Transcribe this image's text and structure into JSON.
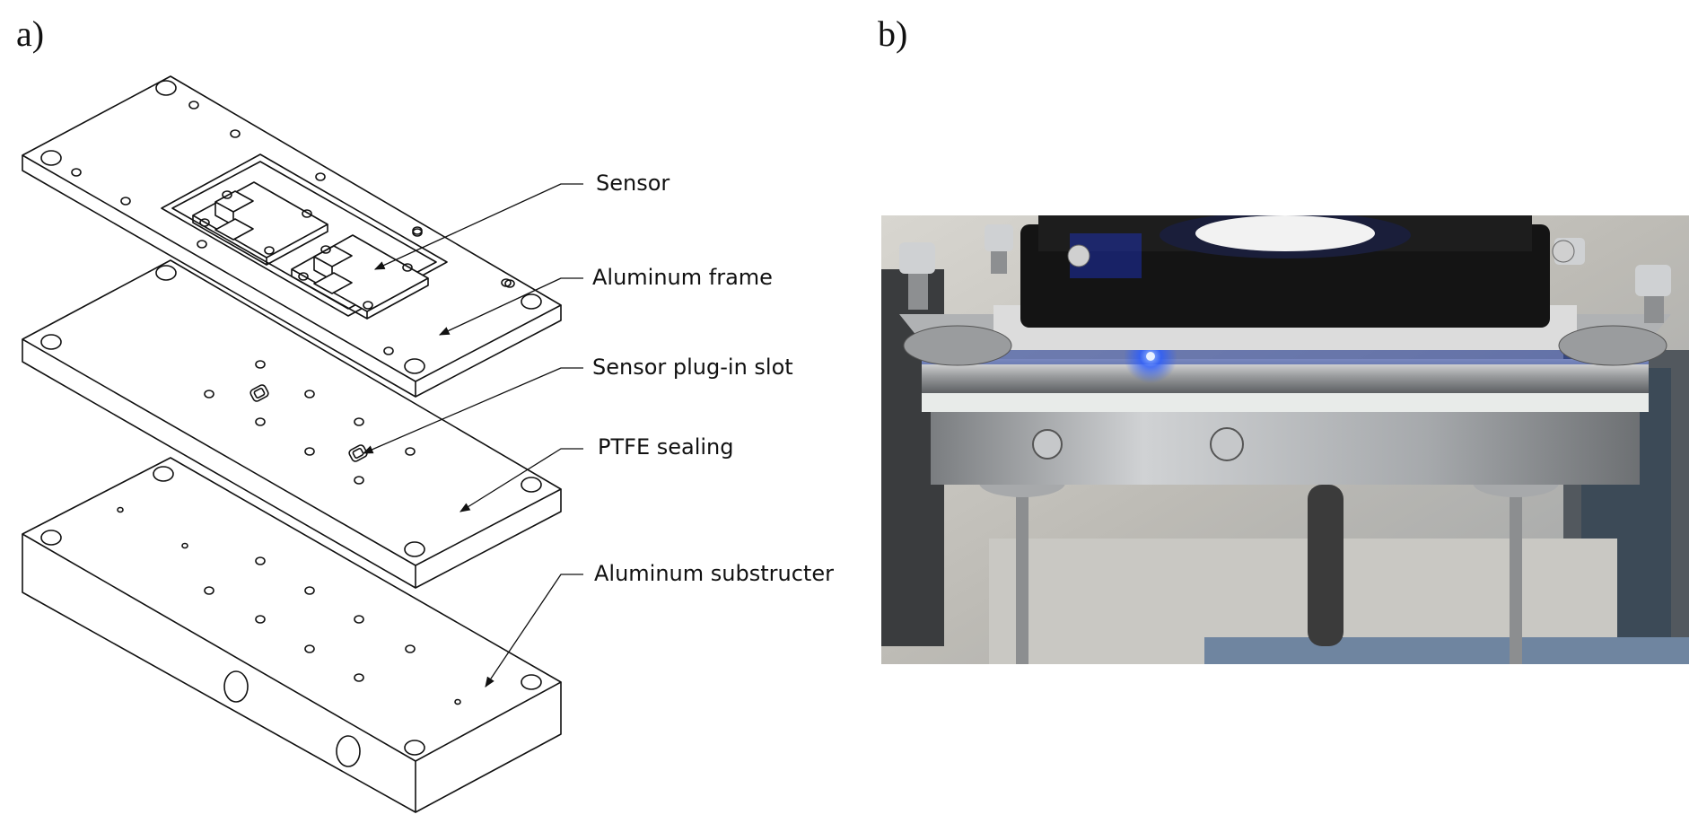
{
  "panels": {
    "a": "a)",
    "b": "b)"
  },
  "callouts": {
    "sensor": "Sensor",
    "frame": "Aluminum frame",
    "slot": "Sensor plug-in slot",
    "sealing": "PTFE sealing",
    "substructure": "Aluminum substructer"
  },
  "colors": {
    "line": "#111111",
    "led": "#2a5cff"
  },
  "icons": {
    "photo": "apparatus-photo"
  }
}
